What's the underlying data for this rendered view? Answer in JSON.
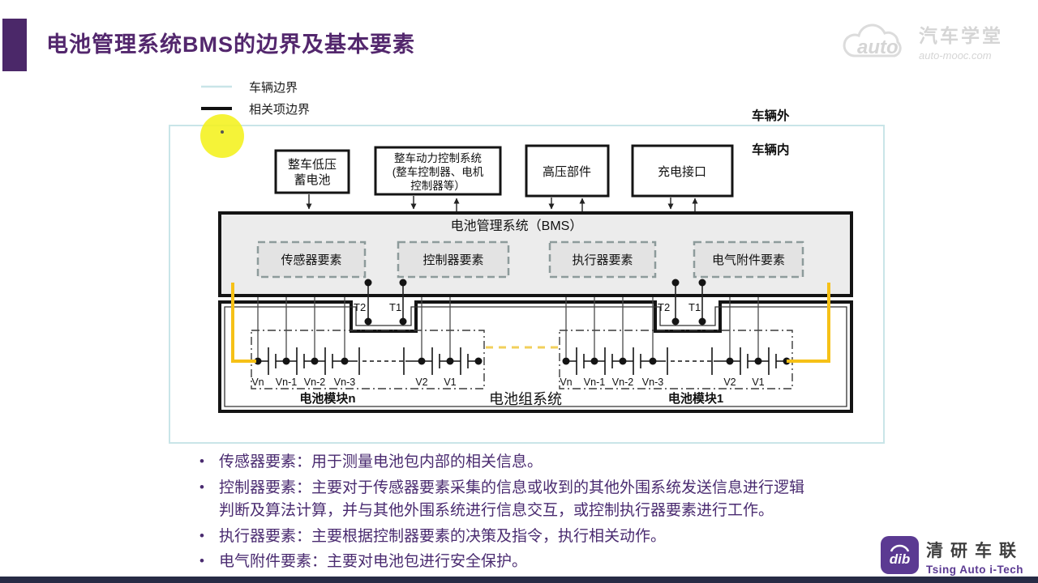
{
  "header": {
    "title": "电池管理系统BMS的边界及基本要素",
    "brand": {
      "cloud": "auto",
      "name": "汽车学堂",
      "domain": "auto-mooc.com"
    }
  },
  "legend": {
    "vehicle_boundary": "车辆边界",
    "related_boundary": "相关项边界"
  },
  "diagram": {
    "outside_label": "车辆外",
    "inside_label": "车辆内",
    "boxes": {
      "lv": {
        "line1": "整车低压",
        "line2": "蓄电池"
      },
      "pcs": {
        "line1": "整车动力控制系统",
        "line2": "(整车控制器、电机",
        "line3": "控制器等）"
      },
      "hv": {
        "label": "高压部件"
      },
      "charge": {
        "label": "充电接口"
      }
    },
    "bms_title": "电池管理系统（BMS）",
    "elements": {
      "sensor": "传感器要素",
      "controller": "控制器要素",
      "actuator": "执行器要素",
      "electrical": "电气附件要素"
    },
    "t_labels": {
      "t2": "T2",
      "t1": "T1"
    },
    "cells": {
      "vn": "Vn",
      "vn1": "Vn-1",
      "vn2": "Vn-2",
      "vn3": "Vn-3",
      "v2": "V2",
      "v1": "V1"
    },
    "modules": {
      "module_n": "电池模块n",
      "pack_system": "电池组系统",
      "module_1": "电池模块1"
    }
  },
  "bullets": [
    "传感器要素：用于测量电池包内部的相关信息。",
    "控制器要素：主要对于传感器要素采集的信息或收到的其他外围系统发送信息进行逻辑判断及算法计算，并与其他外围系统进行信息交互，或控制执行器要素进行工作。",
    "执行器要素：主要根据控制器要素的决策及指令，执行相关动作。",
    "电气附件要素：主要对电池包进行安全保护。"
  ],
  "footer": {
    "icon_text": "dib",
    "name": "清研车联",
    "subtitle": "Tsing Auto i-Tech"
  },
  "colors": {
    "title_purple": "#53276d",
    "vehicle_boundary_cyan": "#c9e5e8",
    "highlight_yellow": "#f4f11c",
    "power_line_yellow": "#f6c117",
    "bms_fill_grey": "#ececec"
  }
}
